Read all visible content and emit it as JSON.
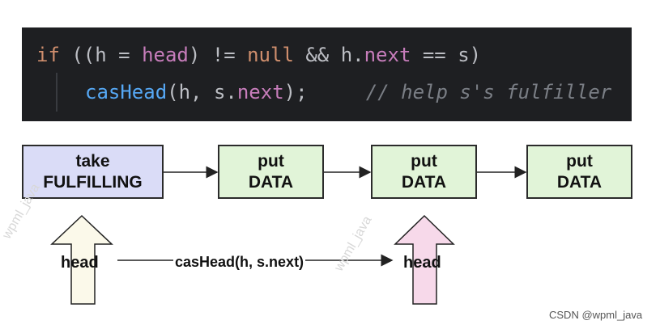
{
  "code": {
    "line1": [
      {
        "t": "if",
        "c": "kw"
      },
      {
        "t": " ((h = ",
        "c": ""
      },
      {
        "t": "head",
        "c": "fld"
      },
      {
        "t": ") != ",
        "c": ""
      },
      {
        "t": "null",
        "c": "kw"
      },
      {
        "t": " && h.",
        "c": ""
      },
      {
        "t": "next",
        "c": "fld"
      },
      {
        "t": " == s)",
        "c": ""
      }
    ],
    "line2": [
      {
        "t": "casHead",
        "c": "fn"
      },
      {
        "t": "(h, s.",
        "c": ""
      },
      {
        "t": "next",
        "c": "fld"
      },
      {
        "t": ");     ",
        "c": ""
      },
      {
        "t": "// help s's fulfiller",
        "c": "cmt"
      }
    ]
  },
  "nodes": {
    "take": {
      "line1": "take",
      "line2": "FULFILLING"
    },
    "put1": {
      "line1": "put",
      "line2": "DATA"
    },
    "put2": {
      "line1": "put",
      "line2": "DATA"
    },
    "put3": {
      "line1": "put",
      "line2": "DATA"
    }
  },
  "labels": {
    "head_left": "head",
    "head_right": "head",
    "cas_call": "casHead(h, s.next)"
  },
  "watermark": "wpml_java",
  "credit": "CSDN @wpml_java",
  "colors": {
    "code_bg": "#1e1f22",
    "take_fill": "#dadcf7",
    "put_fill": "#e1f4d8",
    "head_arrow_left": "#fbf9ea",
    "head_arrow_right": "#f7d9ea"
  }
}
